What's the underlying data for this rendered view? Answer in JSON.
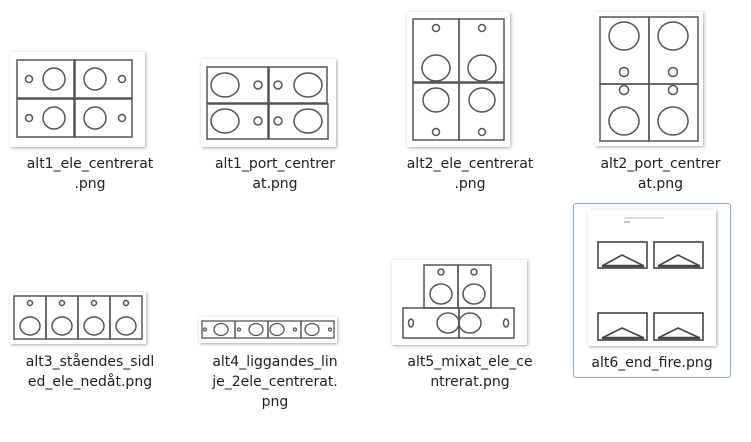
{
  "files": [
    {
      "name_line1": "alt1_ele_centrerat",
      "name_line2": ".png",
      "name_line3": "",
      "selected": false
    },
    {
      "name_line1": "alt1_port_centrer",
      "name_line2": "at.png",
      "name_line3": "",
      "selected": false
    },
    {
      "name_line1": "alt2_ele_centrerat",
      "name_line2": ".png",
      "name_line3": "",
      "selected": false
    },
    {
      "name_line1": "alt2_port_centrer",
      "name_line2": "at.png",
      "name_line3": "",
      "selected": false
    },
    {
      "name_line1": "alt3_ståendes_sidl",
      "name_line2": "ed_ele_nedåt.png",
      "name_line3": "",
      "selected": false
    },
    {
      "name_line1": "alt4_liggandes_lin",
      "name_line2": "je_2ele_centrerat.",
      "name_line3": "png",
      "selected": false
    },
    {
      "name_line1": "alt5_mixat_ele_ce",
      "name_line2": "ntrerat.png",
      "name_line3": "",
      "selected": false
    },
    {
      "name_line1": "alt6_end_fire.png",
      "name_line2": "",
      "name_line3": "",
      "selected": true
    }
  ],
  "colors": {
    "selection_border": "#84acdd",
    "text": "#1e1e1e",
    "line": "#555555"
  }
}
